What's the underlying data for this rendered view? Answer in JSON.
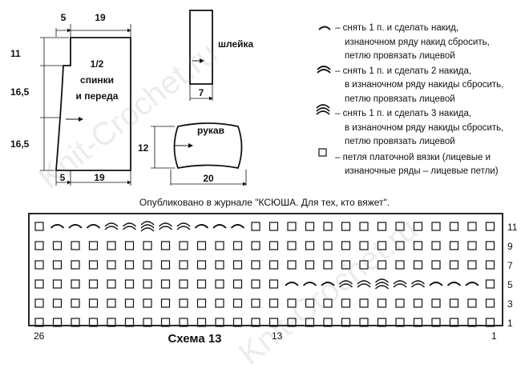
{
  "watermark": "Knit-Crochet.ru",
  "pattern_piece": {
    "label_line1": "1/2",
    "label_line2": "спинки",
    "label_line3": "и переда",
    "dim_top_left": "5",
    "dim_top_right": "19",
    "dim_bottom_left": "5",
    "dim_bottom_right": "19",
    "dim_side_top": "11",
    "dim_side_middle": "16,5",
    "dim_side_bottom": "16,5"
  },
  "strap_piece": {
    "label": "шлейка",
    "dim_width": "7"
  },
  "sleeve_piece": {
    "label": "рукав",
    "dim_height": "12",
    "dim_width": "20"
  },
  "legend": [
    {
      "symbol": "arc1",
      "lines": [
        "– снять 1 п. и сделать накид,",
        "изнаночном ряду накид сбросить,",
        "петлю провязать лицевой"
      ]
    },
    {
      "symbol": "arc2",
      "lines": [
        "– снять 1 п. и сделать 2 накида,",
        "в изнаночном ряду накиды сбросить,",
        "петлю провязать лицевой"
      ]
    },
    {
      "symbol": "arc3",
      "lines": [
        "– снять 1 п. и сделать 3 накида,",
        "в изнаночном ряду накиды сбросить,",
        "петлю провязать лицевой"
      ]
    },
    {
      "symbol": "square",
      "lines": [
        "– петля платочной вязки (лицевые и",
        "изнаночные ряды – лицевые петли)"
      ]
    }
  ],
  "publication": "Опубликовано в журнале \"КСЮША. Для тех, кто вяжет\".",
  "chart": {
    "title": "Схема 13",
    "row_labels": [
      "11",
      "9",
      "7",
      "5",
      "3",
      "1"
    ],
    "col_label_left": "26",
    "col_label_mid": "13",
    "col_label_right": "1",
    "columns": 26,
    "rows": [
      {
        "label": "11",
        "cells": [
          0,
          1,
          1,
          1,
          2,
          2,
          3,
          2,
          2,
          1,
          1,
          1,
          0,
          0,
          0,
          0,
          0,
          0,
          0,
          0,
          0,
          0,
          0,
          0,
          0,
          0
        ]
      },
      {
        "label": "9",
        "cells": [
          0,
          0,
          0,
          0,
          0,
          0,
          0,
          0,
          0,
          0,
          0,
          0,
          0,
          0,
          0,
          0,
          0,
          0,
          0,
          0,
          0,
          0,
          0,
          0,
          0,
          0
        ]
      },
      {
        "label": "7",
        "cells": [
          0,
          0,
          0,
          0,
          0,
          0,
          0,
          0,
          0,
          0,
          0,
          0,
          0,
          0,
          0,
          0,
          0,
          0,
          0,
          0,
          0,
          0,
          0,
          0,
          0,
          0
        ]
      },
      {
        "label": "5",
        "cells": [
          0,
          0,
          0,
          0,
          0,
          0,
          0,
          0,
          0,
          0,
          0,
          0,
          0,
          0,
          1,
          1,
          1,
          2,
          2,
          3,
          2,
          2,
          1,
          1,
          1,
          0
        ]
      },
      {
        "label": "3",
        "cells": [
          0,
          0,
          0,
          0,
          0,
          0,
          0,
          0,
          0,
          0,
          0,
          0,
          0,
          0,
          0,
          0,
          0,
          0,
          0,
          0,
          0,
          0,
          0,
          0,
          0,
          0
        ]
      },
      {
        "label": "1",
        "cells": [
          0,
          0,
          0,
          0,
          0,
          0,
          0,
          0,
          0,
          0,
          0,
          0,
          0,
          0,
          0,
          0,
          0,
          0,
          0,
          0,
          0,
          0,
          0,
          0,
          0,
          0
        ]
      }
    ]
  }
}
